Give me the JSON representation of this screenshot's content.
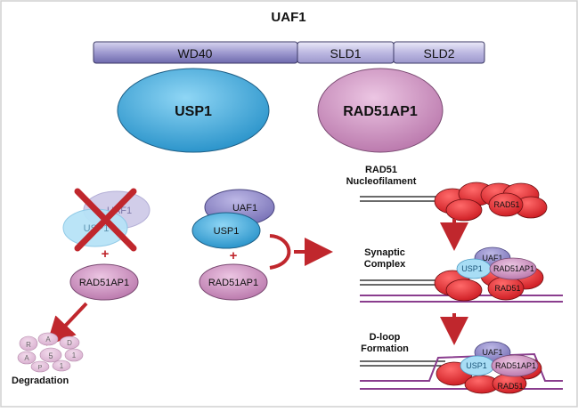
{
  "title": "UAF1",
  "domains": [
    "WD40",
    "SLD1",
    "SLD2"
  ],
  "binders": {
    "usp1": "USP1",
    "rad51ap1": "RAD51AP1"
  },
  "left_panel": {
    "uaf1_faded": "UAF1",
    "usp1_faded": "USP1",
    "plus": "+",
    "rad51ap1": "RAD51AP1",
    "degradation_label": "Degradation",
    "fragments": [
      "R",
      "A",
      "D",
      "A",
      "5",
      "1",
      "P",
      "1"
    ]
  },
  "middle_panel": {
    "uaf1": "UAF1",
    "usp1": "USP1",
    "plus": "+",
    "rad51ap1": "RAD51AP1"
  },
  "right_panel": {
    "step1_label_line1": "RAD51",
    "step1_label_line2": "Nucleofilament",
    "step1_rad51": "RAD51",
    "step2_label_line1": "Synaptic",
    "step2_label_line2": "Complex",
    "step2_uaf1": "UAF1",
    "step2_usp1": "USP1",
    "step2_rad51ap1": "RAD51AP1",
    "step2_rad51": "RAD51",
    "step3_label_line1": "D-loop",
    "step3_label_line2": "Formation",
    "step3_uaf1": "UAF1",
    "step3_usp1": "USP1",
    "step3_rad51ap1": "RAD51AP1",
    "step3_rad51": "RAD51"
  },
  "colors": {
    "domain_bar": "#8a86c4",
    "usp1": "#3fa9e0",
    "rad51ap1": "#d79acb",
    "uaf1": "#8d86c8",
    "rad51": "#e8262c",
    "arrow": "#c0272d",
    "dna_purple": "#8a3d8e"
  }
}
